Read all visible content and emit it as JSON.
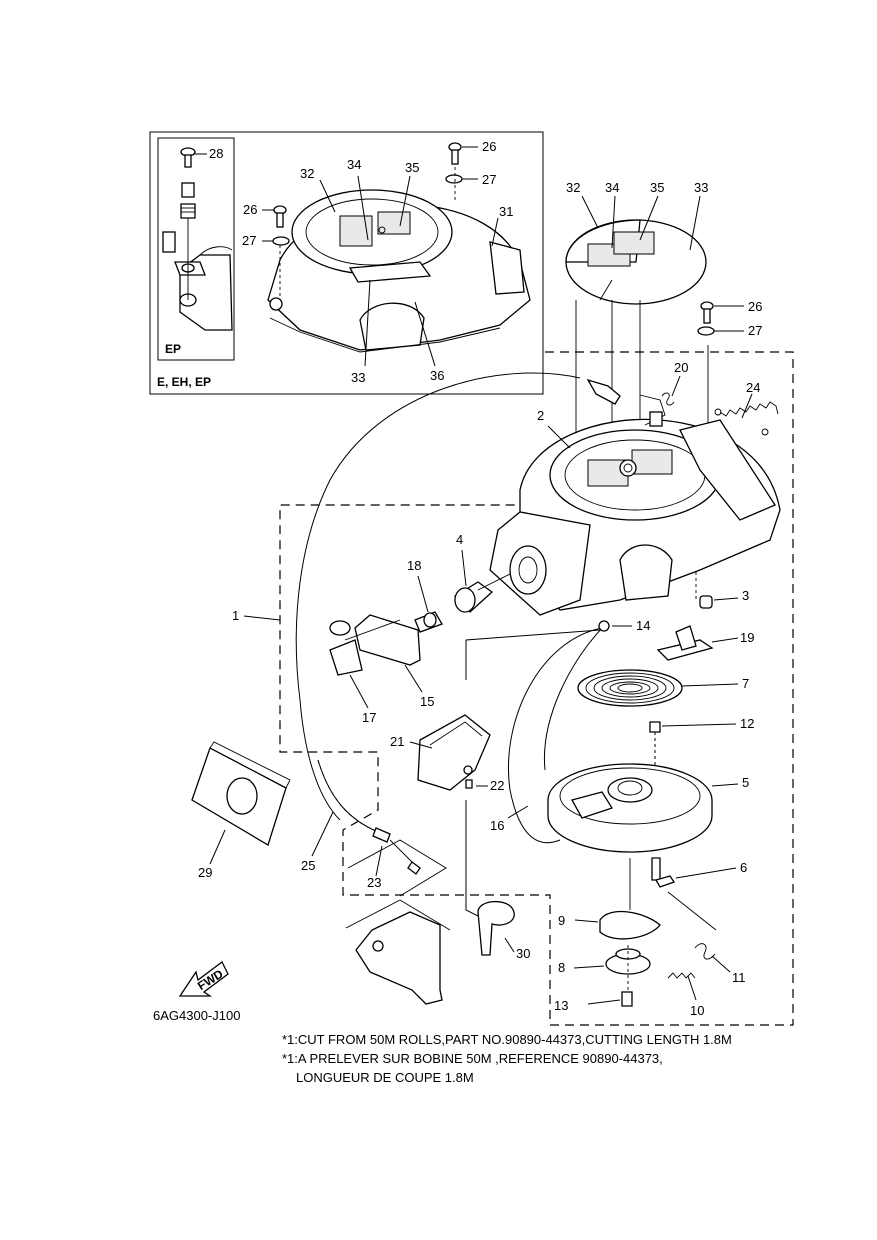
{
  "inset": {
    "ep_label": "EP",
    "variants_label": "E, EH, EP"
  },
  "parts": {
    "p1": "1",
    "p2": "2",
    "p3": "3",
    "p4": "4",
    "p5": "5",
    "p6": "6",
    "p7": "7",
    "p8": "8",
    "p9": "9",
    "p10": "10",
    "p11": "11",
    "p12": "12",
    "p13": "13",
    "p14": "14",
    "p15": "15",
    "p16": "16",
    "p17": "17",
    "p18": "18",
    "p19": "19",
    "p20": "20",
    "p21": "21",
    "p22": "22",
    "p23": "23",
    "p24": "24",
    "p25": "25",
    "p26": "26",
    "p27": "27",
    "p28": "28",
    "p29": "29",
    "p30": "30",
    "p31": "31",
    "p32": "32",
    "p33": "33",
    "p34": "34",
    "p35": "35",
    "p36": "36"
  },
  "fwd_label": "FWD",
  "diagram_code": "6AG4300-J100",
  "notes": {
    "line1": "*1:CUT FROM 50M ROLLS,PART NO.90890-44373,CUTTING LENGTH 1.8M",
    "line2": "*1:A PRELEVER SUR BOBINE 50M ,REFERENCE 90890-44373,",
    "line3": "LONGUEUR DE COUPE 1.8M"
  }
}
